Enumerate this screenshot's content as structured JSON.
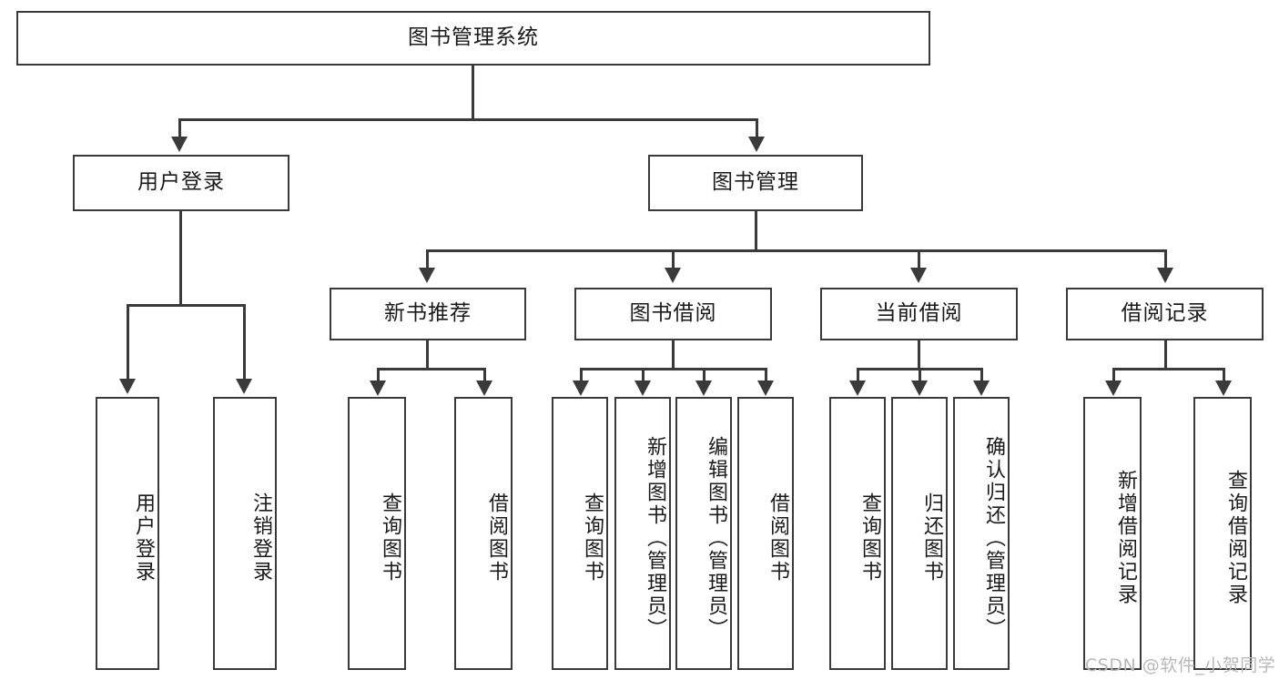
{
  "diagram": {
    "type": "tree-hierarchy",
    "title": "图书管理系统",
    "root": {
      "id": "root",
      "label": "图书管理系统",
      "orientation": "horizontal"
    },
    "level2": [
      {
        "id": "user-login",
        "label": "用户登录",
        "orientation": "horizontal"
      },
      {
        "id": "book-management",
        "label": "图书管理",
        "orientation": "horizontal"
      }
    ],
    "level3": [
      {
        "id": "new-book-recommend",
        "label": "新书推荐",
        "orientation": "horizontal",
        "parent": "book-management"
      },
      {
        "id": "book-borrow",
        "label": "图书借阅",
        "orientation": "horizontal",
        "parent": "book-management"
      },
      {
        "id": "current-borrow",
        "label": "当前借阅",
        "orientation": "horizontal",
        "parent": "book-management"
      },
      {
        "id": "borrow-record",
        "label": "借阅记录",
        "orientation": "horizontal",
        "parent": "book-management"
      }
    ],
    "leaves": [
      {
        "id": "leaf-user-login",
        "label": "用户登录",
        "parent": "user-login",
        "orientation": "vertical"
      },
      {
        "id": "leaf-logout",
        "label": "注销登录",
        "parent": "user-login",
        "orientation": "vertical"
      },
      {
        "id": "leaf-query-book-1",
        "label": "查询图书",
        "parent": "new-book-recommend",
        "orientation": "vertical"
      },
      {
        "id": "leaf-borrow-book-1",
        "label": "借阅图书",
        "parent": "new-book-recommend",
        "orientation": "vertical"
      },
      {
        "id": "leaf-query-book-2",
        "label": "查询图书",
        "parent": "book-borrow",
        "orientation": "vertical"
      },
      {
        "id": "leaf-add-book",
        "label": "新增图书（管理员）",
        "parent": "book-borrow",
        "orientation": "vertical"
      },
      {
        "id": "leaf-edit-book",
        "label": "编辑图书（管理员）",
        "parent": "book-borrow",
        "orientation": "vertical"
      },
      {
        "id": "leaf-borrow-book-2",
        "label": "借阅图书",
        "parent": "book-borrow",
        "orientation": "vertical"
      },
      {
        "id": "leaf-query-book-3",
        "label": "查询图书",
        "parent": "current-borrow",
        "orientation": "vertical"
      },
      {
        "id": "leaf-return-book",
        "label": "归还图书",
        "parent": "current-borrow",
        "orientation": "vertical"
      },
      {
        "id": "leaf-confirm-return",
        "label": "确认归还（管理员）",
        "parent": "current-borrow",
        "orientation": "vertical"
      },
      {
        "id": "leaf-add-record",
        "label": "新增借阅记录",
        "parent": "borrow-record",
        "orientation": "vertical"
      },
      {
        "id": "leaf-query-record",
        "label": "查询借阅记录",
        "parent": "borrow-record",
        "orientation": "vertical"
      }
    ]
  },
  "watermark": {
    "text": "CSDN @软件_小贺同学"
  },
  "colors": {
    "stroke": "#3a3a3a",
    "text": "#1a1a1a",
    "background": "#ffffff",
    "watermark": "#b9b9b9"
  }
}
